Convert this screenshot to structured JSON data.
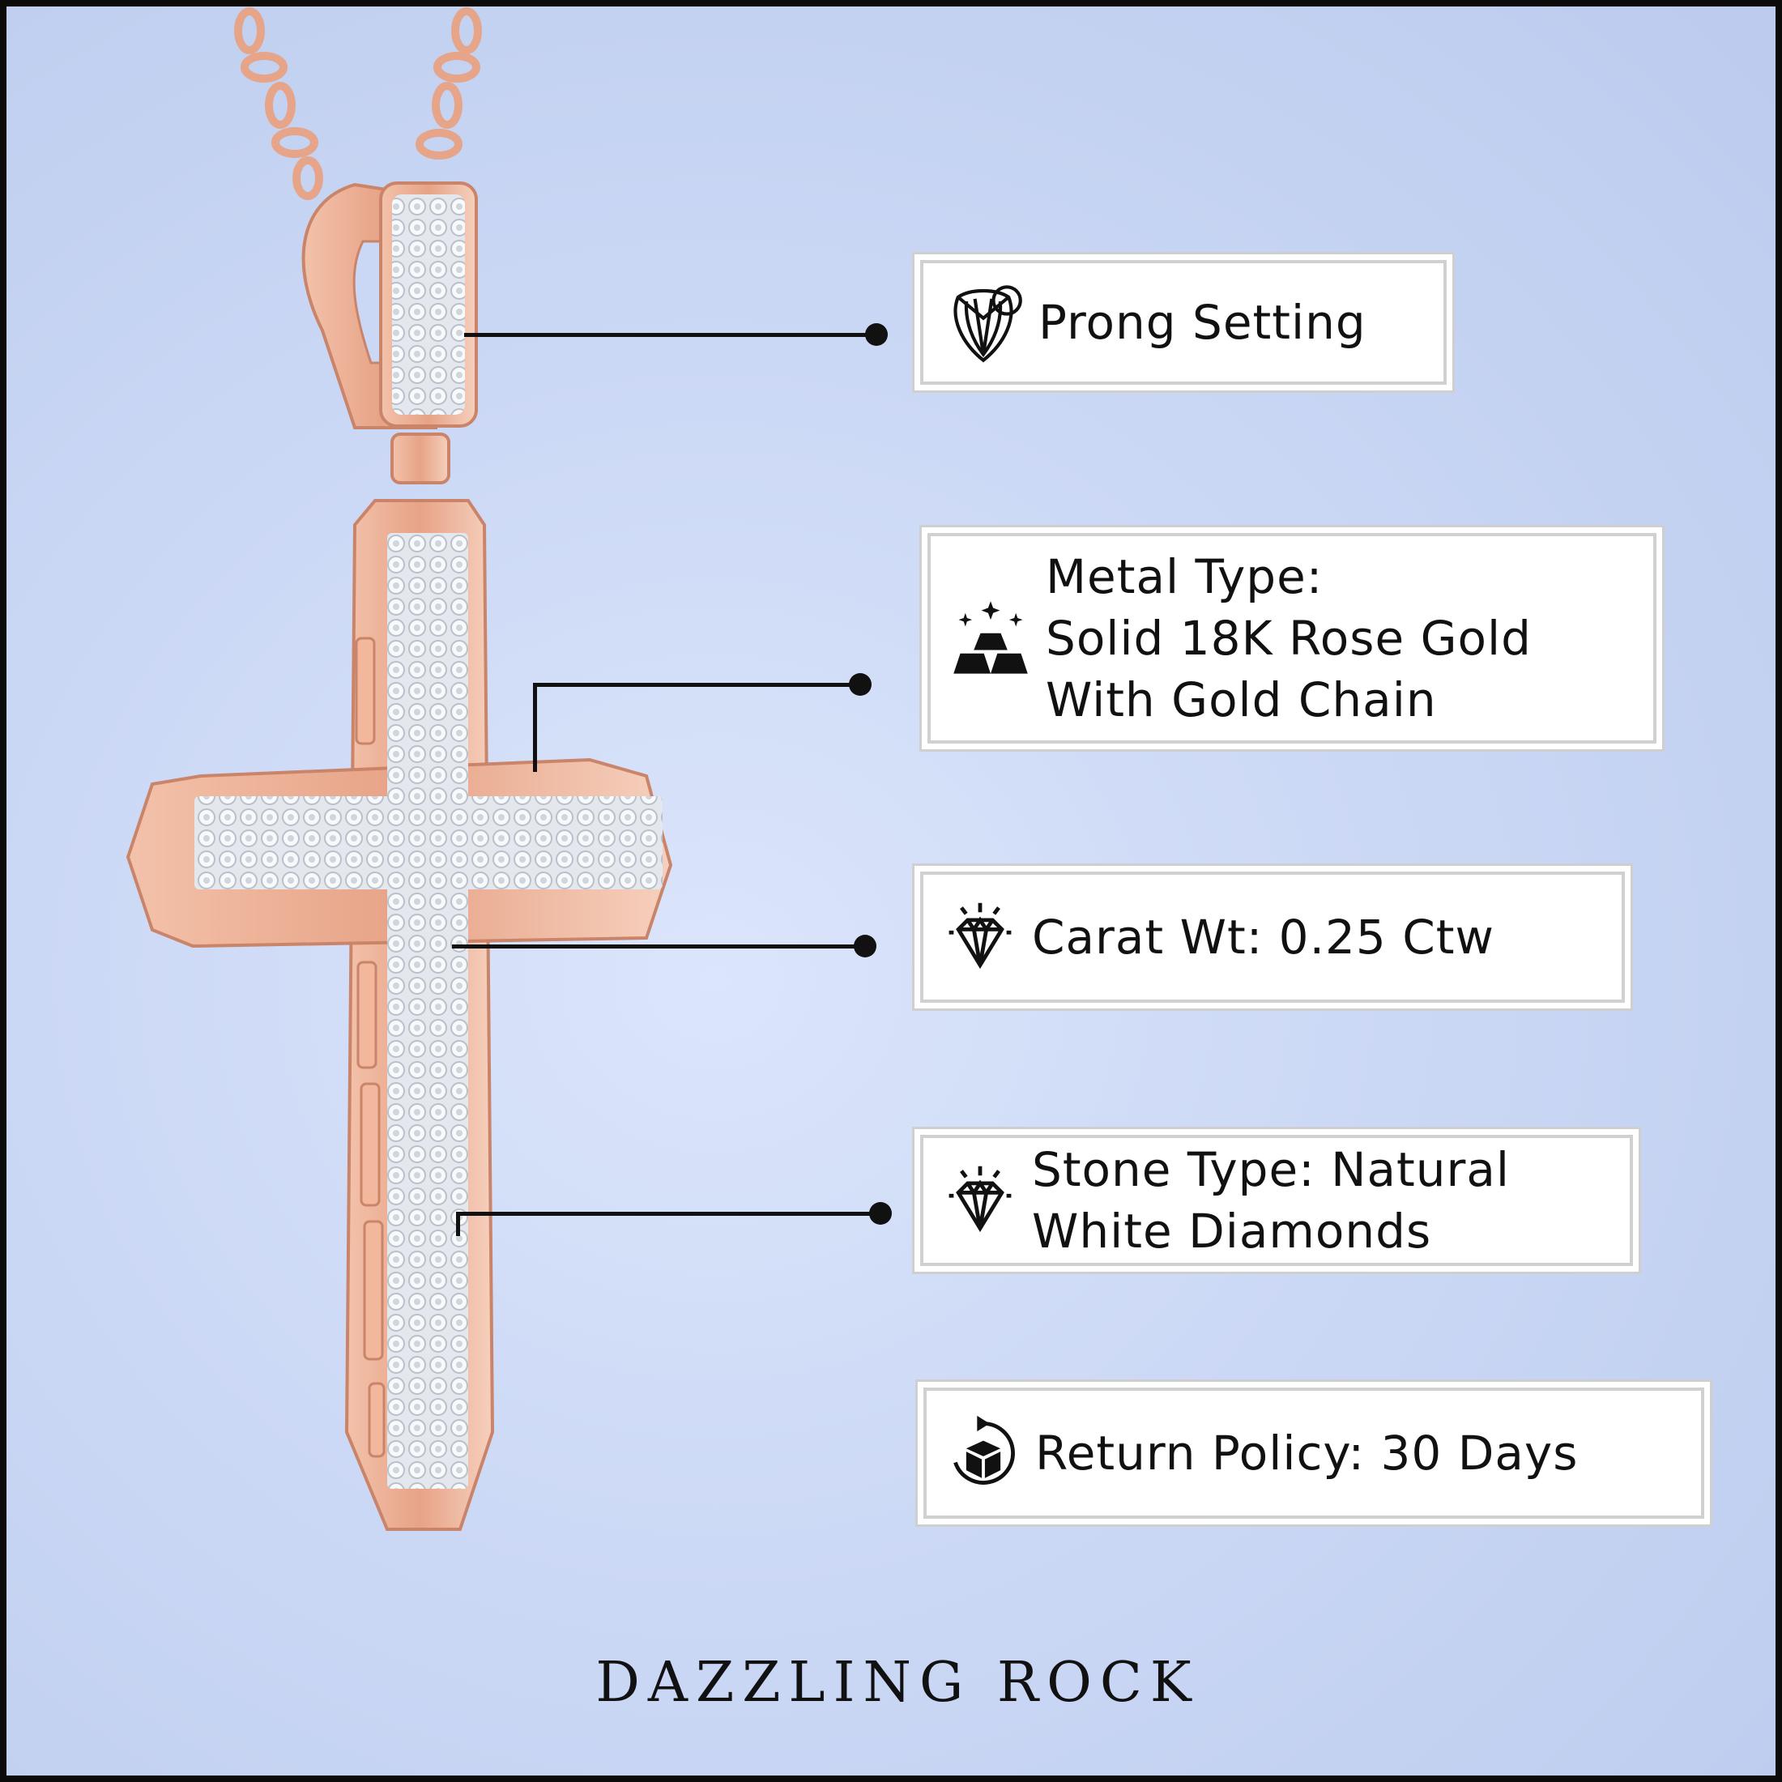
{
  "features": [
    {
      "icon": "prong-setting-icon",
      "lines": [
        "Prong Setting"
      ]
    },
    {
      "icon": "gold-bars-icon",
      "lines": [
        "Metal Type:",
        "Solid 18K Rose Gold",
        "With Gold Chain"
      ]
    },
    {
      "icon": "diamond-icon",
      "lines": [
        "Carat Wt: 0.25 Ctw"
      ]
    },
    {
      "icon": "diamond-icon",
      "lines": [
        "Stone Type: Natural",
        "White Diamonds"
      ]
    },
    {
      "icon": "return-box-icon",
      "lines": [
        "Return Policy: 30 Days"
      ]
    }
  ],
  "brand": "DAZZLING ROCK",
  "colors": {
    "background": "#cbd8f5",
    "rose_gold": "#e8a98e",
    "pave": "#dfe4ea",
    "ink": "#111111"
  }
}
